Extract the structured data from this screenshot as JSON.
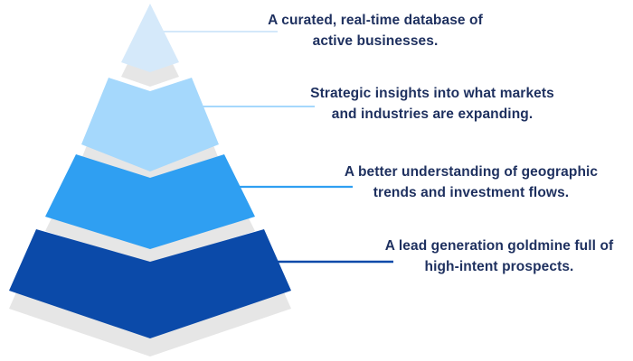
{
  "diagram": {
    "type": "pyramid-4-tiers",
    "background_color": "#ffffff",
    "shadow_color": "#e6e6e6",
    "label_text_color": "#1e305f",
    "tiers": [
      {
        "id": "tier-1",
        "position": "top",
        "fill_color": "#d5e9fa",
        "connector_color": "#d3e8fa",
        "label_line1": "A curated, real-time database of",
        "label_line2": "active businesses."
      },
      {
        "id": "tier-2",
        "position": "upper-middle",
        "fill_color": "#a5d8fc",
        "connector_color": "#a5d8fc",
        "label_line1": "Strategic insights into what markets",
        "label_line2": "and industries are expanding."
      },
      {
        "id": "tier-3",
        "position": "lower-middle",
        "fill_color": "#2f9ff2",
        "connector_color": "#2f9ff2",
        "label_line1": "A better understanding of geographic",
        "label_line2": "trends and investment flows."
      },
      {
        "id": "tier-4",
        "position": "bottom",
        "fill_color": "#0b4aa9",
        "connector_color": "#0b4aa9",
        "label_line1": "A lead generation goldmine full of",
        "label_line2": "high-intent prospects."
      }
    ]
  }
}
